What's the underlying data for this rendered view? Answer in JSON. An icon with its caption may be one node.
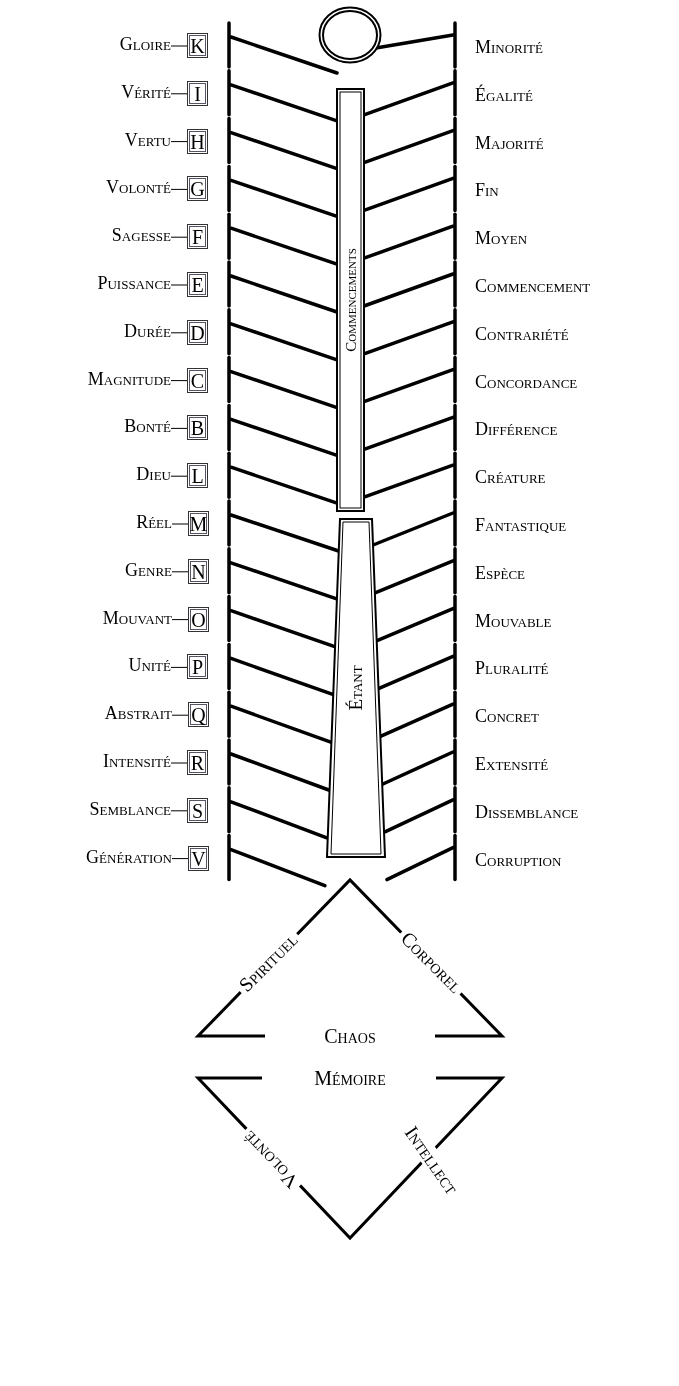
{
  "diagram": {
    "nodes": [
      {
        "text": [],
        "shape": "circle"
      },
      {
        "text": [
          "Commencements"
        ]
      },
      {
        "text": [
          "Étant"
        ]
      },
      {
        "text": [
          "Gloire"
        ]
      },
      {
        "text": [
          "K"
        ]
      },
      {
        "text": [
          "Vérité"
        ]
      },
      {
        "text": [
          "I"
        ]
      },
      {
        "text": [
          "Vertu"
        ]
      },
      {
        "text": [
          "H"
        ]
      },
      {
        "text": [
          "Volonté"
        ]
      },
      {
        "text": [
          "G"
        ]
      },
      {
        "text": [
          "Sagesse"
        ]
      },
      {
        "text": [
          "F"
        ]
      },
      {
        "text": [
          "Puissance"
        ]
      },
      {
        "text": [
          "E"
        ]
      },
      {
        "text": [
          "Durée"
        ]
      },
      {
        "text": [
          "D"
        ]
      },
      {
        "text": [
          "Magnitude"
        ]
      },
      {
        "text": [
          "C"
        ]
      },
      {
        "text": [
          "Bonté"
        ]
      },
      {
        "text": [
          "B"
        ]
      },
      {
        "text": [
          "Dieu"
        ]
      },
      {
        "text": [
          "L"
        ]
      },
      {
        "text": [
          "Réel"
        ]
      },
      {
        "text": [
          "M"
        ]
      },
      {
        "text": [
          "Genre"
        ]
      },
      {
        "text": [
          "N"
        ]
      },
      {
        "text": [
          "Mouvant"
        ]
      },
      {
        "text": [
          "O"
        ]
      },
      {
        "text": [
          "Unité"
        ]
      },
      {
        "text": [
          "P"
        ]
      },
      {
        "text": [
          "Abstrait"
        ]
      },
      {
        "text": [
          "Q"
        ]
      },
      {
        "text": [
          "Intensité"
        ]
      },
      {
        "text": [
          "R"
        ]
      },
      {
        "text": [
          "Semblance"
        ]
      },
      {
        "text": [
          "S"
        ]
      },
      {
        "text": [
          "Génération"
        ]
      },
      {
        "text": [
          "V"
        ]
      }
    ],
    "edges": [
      {
        "from": 3,
        "to": 4,
        "arrow": "none"
      },
      {
        "from": 5,
        "to": 6,
        "arrow": "none"
      },
      {
        "from": 7,
        "to": 8,
        "arrow": "none"
      },
      {
        "from": 9,
        "to": 10,
        "arrow": "none"
      },
      {
        "from": 11,
        "to": 12,
        "arrow": "none"
      },
      {
        "from": 13,
        "to": 14,
        "arrow": "none"
      },
      {
        "from": 15,
        "to": 16,
        "arrow": "none"
      },
      {
        "from": 17,
        "to": 18,
        "arrow": "none"
      },
      {
        "from": 19,
        "to": 20,
        "arrow": "none"
      },
      {
        "from": 21,
        "to": 22,
        "arrow": "none"
      },
      {
        "from": 23,
        "to": 24,
        "arrow": "none"
      },
      {
        "from": 25,
        "to": 26,
        "arrow": "none"
      },
      {
        "from": 27,
        "to": 28,
        "arrow": "none"
      },
      {
        "from": 29,
        "to": 30,
        "arrow": "none"
      },
      {
        "from": 31,
        "to": 32,
        "arrow": "none"
      },
      {
        "from": 33,
        "to": 34,
        "arrow": "none"
      },
      {
        "from": 35,
        "to": 36,
        "arrow": "none"
      },
      {
        "from": 37,
        "to": 38,
        "arrow": "none"
      }
    ],
    "labels": [
      "Minorité",
      "Égalité",
      "Majorité",
      "Fin",
      "Moyen",
      "Commencement",
      "Contrariété",
      "Concordance",
      "Différence",
      "Créature",
      "Fantastique",
      "Espèce",
      "Mouvable",
      "Pluralité",
      "Concret",
      "Extensité",
      "Dissemblance",
      "Corruption",
      "Spirituel",
      "Corporel",
      "Chaos",
      "Mémoire",
      "Volonté",
      "Intellect"
    ]
  }
}
